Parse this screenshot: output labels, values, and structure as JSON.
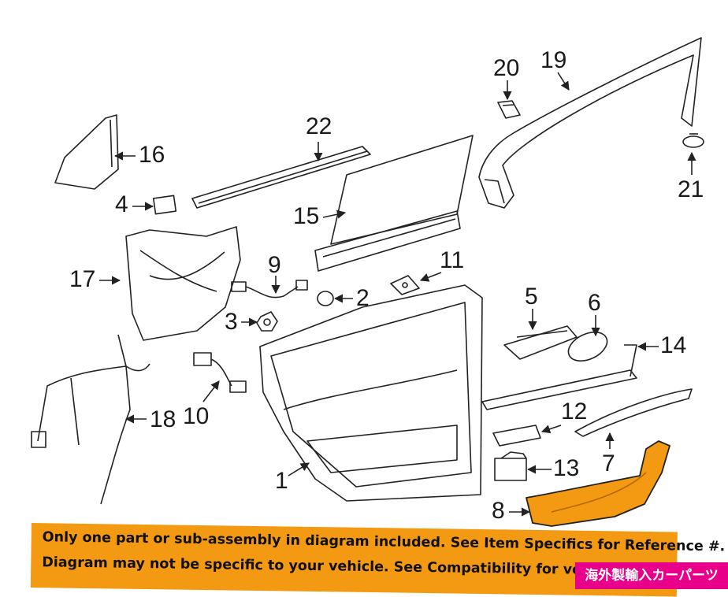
{
  "callouts": {
    "p1": "1",
    "p2": "2",
    "p3": "3",
    "p4": "4",
    "p5": "5",
    "p6": "6",
    "p7": "7",
    "p8": "8",
    "p9": "9",
    "p10": "10",
    "p11": "11",
    "p12": "12",
    "p13": "13",
    "p14": "14",
    "p15": "15",
    "p16": "16",
    "p17": "17",
    "p18": "18",
    "p19": "19",
    "p20": "20",
    "p21": "21",
    "p22": "22"
  },
  "banner": {
    "line1": "Only one part or sub-assembly in diagram included. See Item Specifics for Reference #.",
    "line2": "Diagram may not be specific to your vehicle. See Compatibility for vehicle-spec"
  },
  "watermark": "海外製輸入カーパーツ",
  "colors": {
    "line": "#222222",
    "highlight": "#f39a12",
    "banner": "#f39a12",
    "watermark": "#e8008a"
  }
}
